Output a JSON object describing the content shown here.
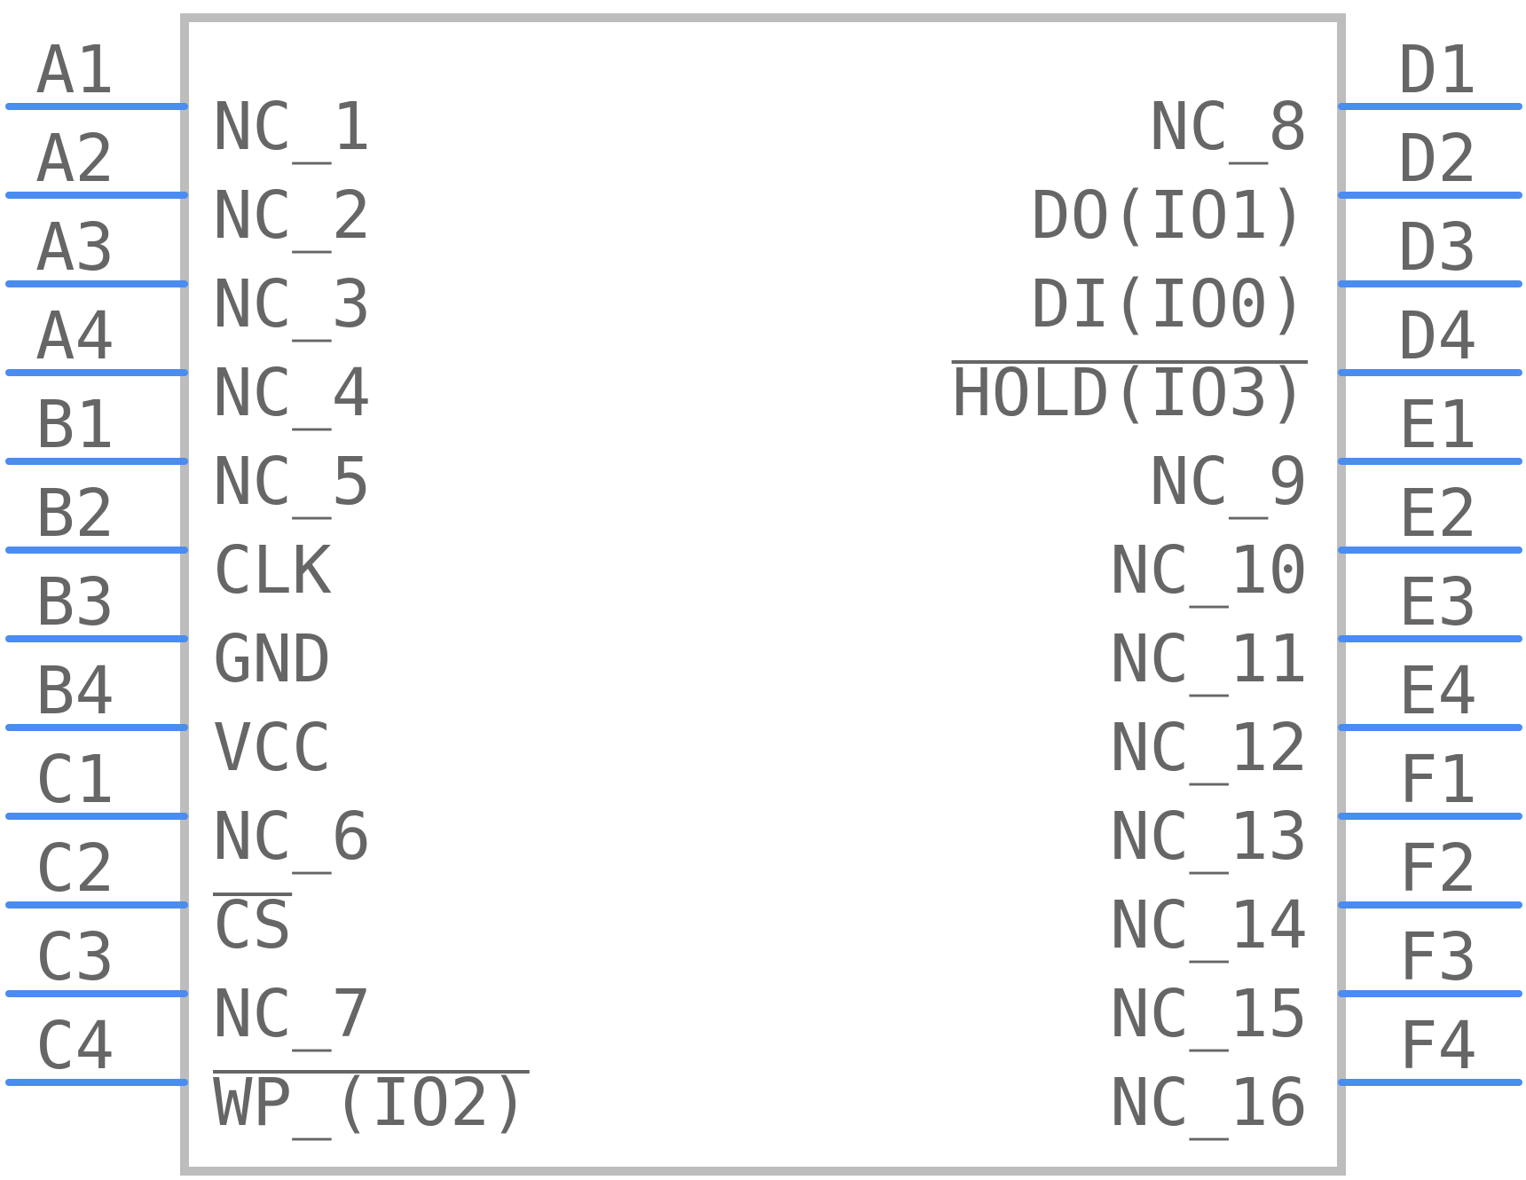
{
  "colors": {
    "body_outline": "#bdbdbd",
    "pin": "#4a8cf0",
    "text": "#666666",
    "background": "#ffffff"
  },
  "left_pins": [
    {
      "num": "A1",
      "signal": "NC_1"
    },
    {
      "num": "A2",
      "signal": "NC_2"
    },
    {
      "num": "A3",
      "signal": "NC_3"
    },
    {
      "num": "A4",
      "signal": "NC_4"
    },
    {
      "num": "B1",
      "signal": "NC_5"
    },
    {
      "num": "B2",
      "signal": "CLK"
    },
    {
      "num": "B3",
      "signal": "GND"
    },
    {
      "num": "B4",
      "signal": "VCC"
    },
    {
      "num": "C1",
      "signal": "NC_6"
    },
    {
      "num": "C2",
      "signal": "CS",
      "overbar": true
    },
    {
      "num": "C3",
      "signal": "NC_7"
    },
    {
      "num": "C4",
      "signal": "WP_(IO2)",
      "overbar": true
    }
  ],
  "right_pins": [
    {
      "num": "D1",
      "signal": "NC_8"
    },
    {
      "num": "D2",
      "signal": "DO(IO1)"
    },
    {
      "num": "D3",
      "signal": "DI(IO0)"
    },
    {
      "num": "D4",
      "signal": "HOLD(IO3)",
      "overbar": true
    },
    {
      "num": "E1",
      "signal": "NC_9"
    },
    {
      "num": "E2",
      "signal": "NC_10"
    },
    {
      "num": "E3",
      "signal": "NC_11"
    },
    {
      "num": "E4",
      "signal": "NC_12"
    },
    {
      "num": "F1",
      "signal": "NC_13"
    },
    {
      "num": "F2",
      "signal": "NC_14"
    },
    {
      "num": "F3",
      "signal": "NC_15"
    },
    {
      "num": "F4",
      "signal": "NC_16"
    }
  ]
}
